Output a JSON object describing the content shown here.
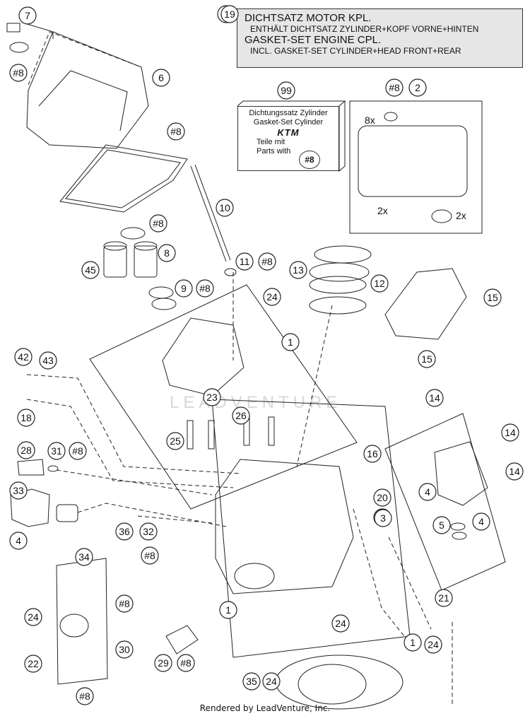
{
  "header": {
    "line1": "DICHTSATZ MOTOR KPL.",
    "line2": "ENTHÄLT DICHTSATZ ZYLINDER+KOPF VORNE+HINTEN",
    "line3": "GASKET-SET ENGINE CPL.",
    "line4": "INCL. GASKET-SET CYLINDER+HEAD FRONT+REAR"
  },
  "kit_box": {
    "line1": "Dichtungssatz Zylinder",
    "line2": "Gasket-Set Cylinder",
    "brand": "KTM",
    "line3": "Teile mit",
    "line4": "Parts with",
    "badge": "#8"
  },
  "quantities": {
    "q8x": "8x",
    "q2x_a": "2x",
    "q2x_b": "2x"
  },
  "watermark": "LEADVENTURE",
  "footer": "Rendered by LeadVenture, Inc.",
  "callouts": [
    "7",
    "#8",
    "6",
    "99",
    "#8",
    "2",
    "#8",
    "10",
    "#8",
    "8",
    "45",
    "9",
    "#8",
    "11",
    "#8",
    "13",
    "12",
    "15",
    "24",
    "1",
    "15",
    "42",
    "43",
    "23",
    "18",
    "26",
    "14",
    "25",
    "28",
    "31",
    "#8",
    "16",
    "14",
    "14",
    "33",
    "20",
    "#8",
    "4",
    "4",
    "36",
    "32",
    "#8",
    "5",
    "4",
    "34",
    "3",
    "24",
    "#8",
    "1",
    "24",
    "21",
    "22",
    "30",
    "1",
    "24",
    "#8",
    "29",
    "#8",
    "35",
    "24",
    "#8",
    "19"
  ]
}
